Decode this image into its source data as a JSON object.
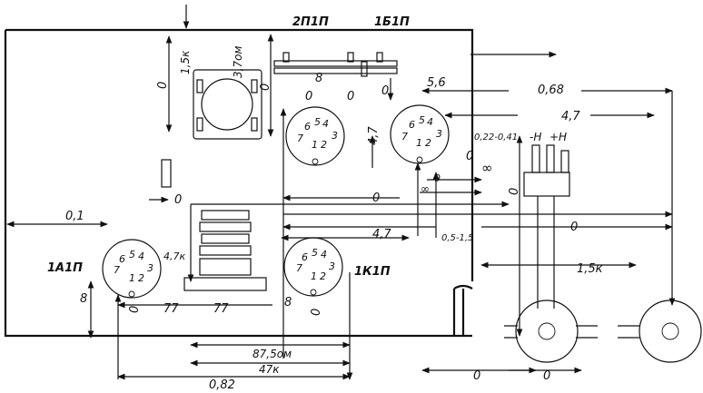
{
  "tube_labels": {
    "t2p1p": "2П1П",
    "t1b1p": "1Б1П",
    "t1a1p": "1А1П",
    "t1k1p": "1К1П"
  },
  "supply_labels": {
    "minus_h": "-Н",
    "plus_h": "+Н"
  },
  "values": {
    "r_top_1_5k": "1,5к",
    "r_top_3_7om": "3,7ом",
    "v_top_0_a": "0",
    "v_top_0_b": "0",
    "v_8_top": "8",
    "v_0_2p_left": "0",
    "v_0_2p_right": "0",
    "v_4_7_2p": "4,7",
    "v_0_1b_top": "0",
    "v_5_6": "5,6",
    "v_0_68": "0,68",
    "v_4_7_right": "4,7",
    "v_0_22": "0,22-0,41",
    "v_0_mid_right": "0",
    "v_inf_1": "∞",
    "v_0_small": "0",
    "v_inf_2": "∞",
    "v_0_left_mid": "0",
    "v_0_center": "0",
    "v_0_vertical": "0",
    "v_0_1": "0,1",
    "v_4_7k": "4,7к",
    "v_4_7_center": "4,7",
    "v_0_5_1_5": "0,5-1,5",
    "v_0_far_right": "0",
    "v_1_5k": "1,5к",
    "v_8_left": "8",
    "v_0_1a": "0",
    "v_77_a": "77",
    "v_77_b": "77",
    "v_8_1k": "8",
    "v_0_1k": "0",
    "v_87_5om": "87,5ом",
    "v_47k": "47к",
    "v_0_82": "0,82",
    "v_0_bottom_a": "0",
    "v_0_bottom_b": "0"
  },
  "pins": {
    "p2p": [
      "6",
      "5",
      "4",
      "7",
      "3",
      "1",
      "2"
    ],
    "p1b": [
      "6",
      "5",
      "4",
      "7",
      "3",
      "1",
      "2"
    ],
    "p1a": [
      "6",
      "5",
      "4",
      "7",
      "3",
      "1",
      "2"
    ],
    "p1k": [
      "6",
      "5",
      "4",
      "7",
      "3",
      "1",
      "2"
    ]
  }
}
